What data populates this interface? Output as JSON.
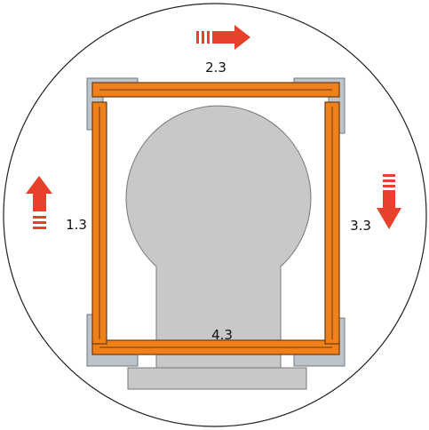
{
  "colors": {
    "frame_orange": "#f08019",
    "frame_outline": "#6b3a12",
    "arrow_red": "#e8402a",
    "corner_gray": "#bcc3cb",
    "shape_gray": "#c8c8c8",
    "shape_outline": "#777777",
    "circle_outline": "#222222"
  },
  "labels": {
    "top": "2.3",
    "left": "1.3",
    "right": "3.3",
    "bottom": "4.3"
  },
  "arrows": {
    "top": "arrow-right",
    "left": "arrow-up",
    "right": "arrow-down"
  }
}
